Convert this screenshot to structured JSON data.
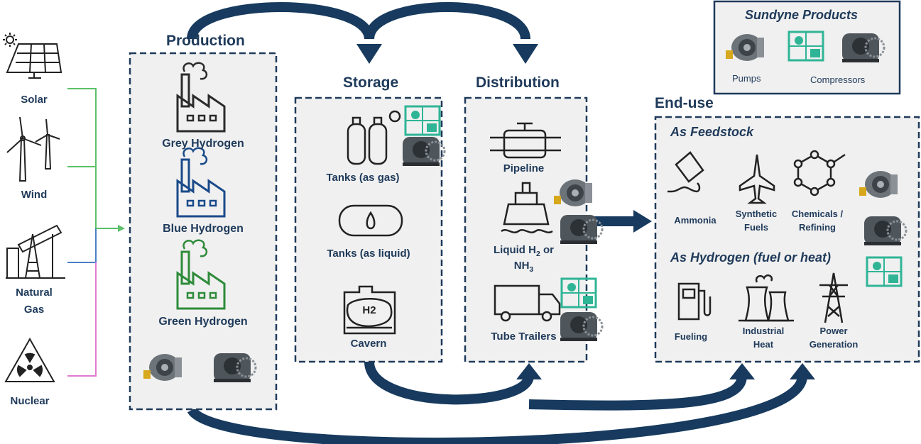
{
  "sources": {
    "solar": "Solar",
    "wind": "Wind",
    "natural_gas_line1": "Natural",
    "natural_gas_line2": "Gas",
    "nuclear": "Nuclear"
  },
  "production": {
    "title": "Production",
    "grey": "Grey Hydrogen",
    "blue": "Blue Hydrogen",
    "green": "Green Hydrogen"
  },
  "storage": {
    "title": "Storage",
    "tanks_gas": "Tanks (as gas)",
    "tanks_liquid": "Tanks (as liquid)",
    "cavern": "Cavern",
    "cavern_icon_text": "H2"
  },
  "distribution": {
    "title": "Distribution",
    "pipeline": "Pipeline",
    "liquid_prefix": "Liquid H",
    "liquid_sub": "2",
    "liquid_suffix": " or",
    "nh3_prefix": "NH",
    "nh3_sub": "3",
    "tube_trailers": "Tube Trailers"
  },
  "enduse": {
    "title": "End-use",
    "feedstock_heading": "As Feedstock",
    "ammonia": "Ammonia",
    "synthetic_line1": "Synthetic",
    "synthetic_line2": "Fuels",
    "chemicals_line1": "Chemicals /",
    "chemicals_line2": "Refining",
    "hydrogen_heading": "As Hydrogen (fuel or heat)",
    "fueling": "Fueling",
    "industrial_line1": "Industrial",
    "industrial_line2": "Heat",
    "power_line1": "Power",
    "power_line2": "Generation"
  },
  "products": {
    "title": "Sundyne Products",
    "pumps": "Pumps",
    "compressors": "Compressors"
  },
  "colors": {
    "navy": "#1f3a5a",
    "grey_line": "#2b2b2b",
    "blue_line": "#1a4a8a",
    "green_line": "#2e8b3a",
    "solar_wind_connector": "#5cc06a",
    "gas_connector": "#4a7fc4",
    "nuclear_connector": "#e07ad0",
    "box_fill": "#f0f0f0",
    "equipment_teal": "#2fb596"
  }
}
